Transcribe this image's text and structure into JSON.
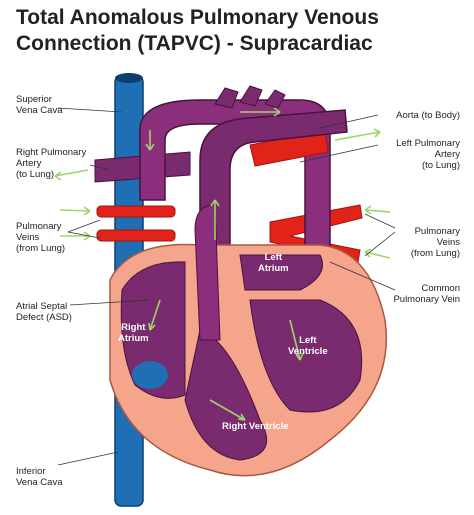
{
  "title": {
    "line1": "Total Anomalous Pulmonary Venous",
    "line2": "Connection (TAPVC) - Supracardiac"
  },
  "labels": {
    "superior_vena_cava": "Superior\nVena Cava",
    "right_pulmonary_artery": "Right Pulmonary\nArtery\n(to Lung)",
    "pulmonary_veins_left_side": "Pulmonary\nVeins\n(from Lung)",
    "atrial_septal_defect": "Atrial Septal\nDefect (ASD)",
    "inferior_vena_cava": "Inferior\nVena Cava",
    "aorta": "Aorta (to Body)",
    "left_pulmonary_artery": "Left Pulmonary\nArtery\n(to Lung)",
    "pulmonary_veins_right_side": "Pulmonary\nVeins\n(from Lung)",
    "common_pulmonary_vein": "Common\nPulmonary Vein"
  },
  "chambers": {
    "left_atrium": "Left\nAtrium",
    "right_atrium": "Right\nAtrium",
    "left_ventricle": "Left\nVentricle",
    "right_ventricle": "Right Ventricle"
  },
  "colors": {
    "deoxygenated_blue": "#1f6fb5",
    "mixed_purple": "#7a2a6e",
    "oxygenated_red": "#e2231a",
    "heart_wall": "#f4a58c",
    "flow_arrow": "#9dd46b",
    "leader_line": "#333333"
  }
}
